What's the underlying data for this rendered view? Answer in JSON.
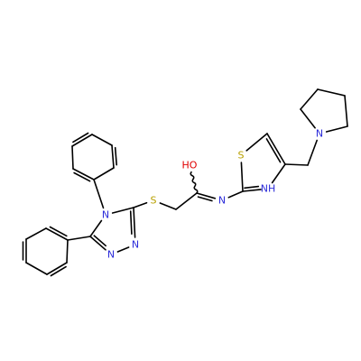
{
  "colors": {
    "N": "#2b2bd9",
    "O": "#e00000",
    "S": "#b8a000",
    "bond": "#000000",
    "background": "#ffffff"
  },
  "atoms": [
    {
      "id": "n_tri_a",
      "label": "N"
    },
    {
      "id": "n_tri_b",
      "label": "N"
    },
    {
      "id": "n_tri_c",
      "label": "N"
    },
    {
      "id": "s_thio",
      "label": "S"
    },
    {
      "id": "o_amide",
      "label": "HO"
    },
    {
      "id": "n_amide",
      "label": "N"
    },
    {
      "id": "s_thz",
      "label": "S"
    },
    {
      "id": "nh_thz",
      "label": "NH"
    },
    {
      "id": "n_pyr",
      "label": "N"
    }
  ]
}
